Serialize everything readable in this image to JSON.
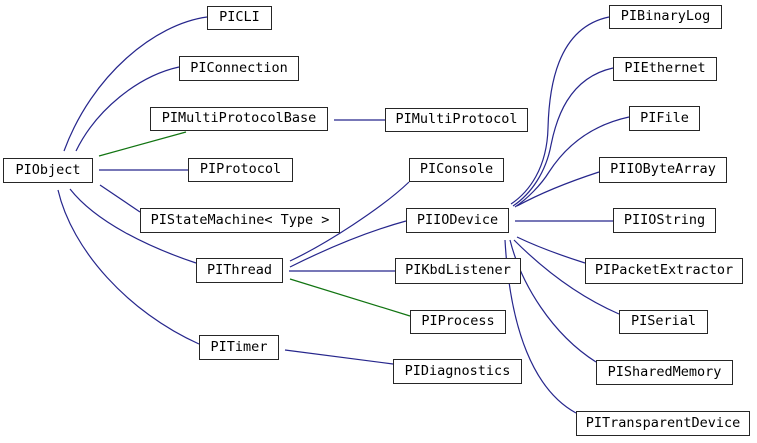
{
  "diagram": {
    "kind": "class-inheritance-graph",
    "base_class": "PIObject",
    "colors": {
      "background": "#ffffff",
      "node_fill": "#ffffff",
      "node_border": "#262626",
      "node_text": "#000000",
      "public_inheritance_edge": "#26268c",
      "protected_inheritance_edge": "#117411"
    },
    "nodes": [
      {
        "label": "PIObject"
      },
      {
        "label": "PICLI"
      },
      {
        "label": "PIConnection"
      },
      {
        "label": "PIMultiProtocolBase"
      },
      {
        "label": "PIProtocol"
      },
      {
        "label": "PIStateMachine< Type >"
      },
      {
        "label": "PIThread"
      },
      {
        "label": "PITimer"
      },
      {
        "label": "PIMultiProtocol"
      },
      {
        "label": "PIConsole"
      },
      {
        "label": "PIIODevice"
      },
      {
        "label": "PIKbdListener"
      },
      {
        "label": "PIProcess"
      },
      {
        "label": "PIDiagnostics"
      },
      {
        "label": "PIBinaryLog"
      },
      {
        "label": "PIEthernet"
      },
      {
        "label": "PIFile"
      },
      {
        "label": "PIIOByteArray"
      },
      {
        "label": "PIIOString"
      },
      {
        "label": "PIPacketExtractor"
      },
      {
        "label": "PISerial"
      },
      {
        "label": "PISharedMemory"
      },
      {
        "label": "PITransparentDevice"
      }
    ],
    "edges": [
      {
        "from": "PICLI",
        "to": "PIObject",
        "access": "public"
      },
      {
        "from": "PIConnection",
        "to": "PIObject",
        "access": "public"
      },
      {
        "from": "PIMultiProtocolBase",
        "to": "PIObject",
        "access": "protected"
      },
      {
        "from": "PIProtocol",
        "to": "PIObject",
        "access": "public"
      },
      {
        "from": "PIStateMachine< Type >",
        "to": "PIObject",
        "access": "public"
      },
      {
        "from": "PIThread",
        "to": "PIObject",
        "access": "public"
      },
      {
        "from": "PITimer",
        "to": "PIObject",
        "access": "public"
      },
      {
        "from": "PIMultiProtocol",
        "to": "PIMultiProtocolBase",
        "access": "public"
      },
      {
        "from": "PIConsole",
        "to": "PIThread",
        "access": "public"
      },
      {
        "from": "PIIODevice",
        "to": "PIThread",
        "access": "public"
      },
      {
        "from": "PIKbdListener",
        "to": "PIThread",
        "access": "public"
      },
      {
        "from": "PIProcess",
        "to": "PIThread",
        "access": "protected"
      },
      {
        "from": "PIDiagnostics",
        "to": "PITimer",
        "access": "public"
      },
      {
        "from": "PIBinaryLog",
        "to": "PIIODevice",
        "access": "public"
      },
      {
        "from": "PIEthernet",
        "to": "PIIODevice",
        "access": "public"
      },
      {
        "from": "PIFile",
        "to": "PIIODevice",
        "access": "public"
      },
      {
        "from": "PIIOByteArray",
        "to": "PIIODevice",
        "access": "public"
      },
      {
        "from": "PIIOString",
        "to": "PIIODevice",
        "access": "public"
      },
      {
        "from": "PIPacketExtractor",
        "to": "PIIODevice",
        "access": "public"
      },
      {
        "from": "PISerial",
        "to": "PIIODevice",
        "access": "public"
      },
      {
        "from": "PISharedMemory",
        "to": "PIIODevice",
        "access": "public"
      },
      {
        "from": "PITransparentDevice",
        "to": "PIIODevice",
        "access": "public"
      }
    ]
  }
}
